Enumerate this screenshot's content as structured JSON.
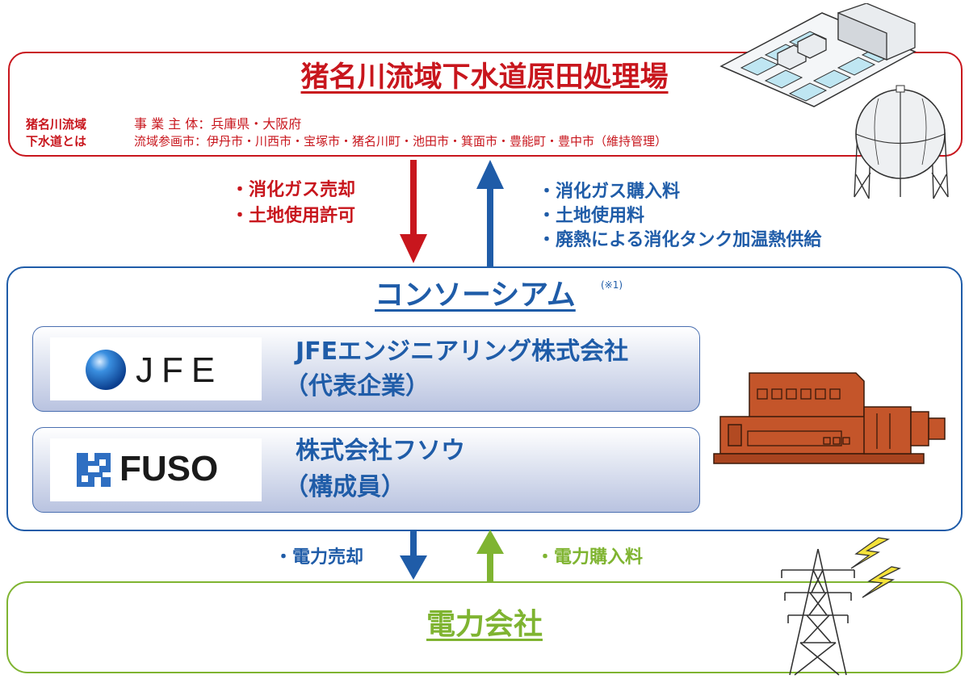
{
  "sewage": {
    "title": "猪名川流域下水道原田処理場",
    "intro_label": [
      "猪名川流域",
      "下水道とは"
    ],
    "operator": "事 業 主 体：兵庫県・大阪府",
    "participants": "流域参画市：伊丹市・川西市・宝塚市・猪名川町・池田市・箕面市・豊能町・豊中市（維持管理）"
  },
  "flows_top": {
    "down_items": [
      "・消化ガス売却",
      "・土地使用許可"
    ],
    "up_items": [
      "・消化ガス購入料",
      "・土地使用料",
      "・廃熱による消化タンク加温熱供給"
    ]
  },
  "consortium": {
    "title": "コンソーシアム",
    "note": "(※1)",
    "members": [
      {
        "logo_text": "JFE",
        "name": "JFEエンジニアリング株式会社",
        "role": "（代表企業）"
      },
      {
        "logo_text": "FUSO",
        "name": "株式会社フソウ",
        "role": "（構成員）"
      }
    ]
  },
  "flows_bottom": {
    "down_item": "・電力売却",
    "up_item": "・電力購入料"
  },
  "power": {
    "title": "電力会社"
  },
  "colors": {
    "red": "#c8161d",
    "blue": "#1f5ca8",
    "green": "#7fb431",
    "engine": "#c4552a"
  },
  "icons": [
    "treatment-plant-icon",
    "gas-holder-icon",
    "generator-engine-icon",
    "power-tower-icon",
    "lightning-icon",
    "jfe-sphere-logo",
    "fuso-mark-logo"
  ]
}
